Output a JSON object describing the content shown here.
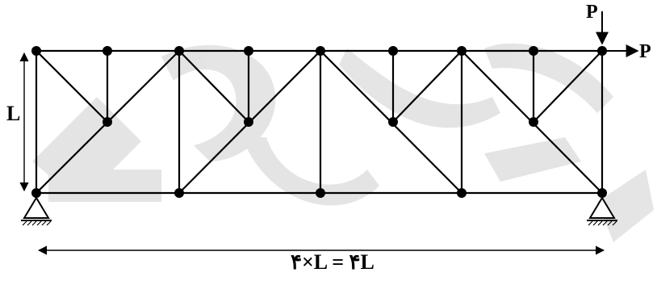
{
  "labels": {
    "load_vertical": "P",
    "load_horizontal": "P",
    "height": "L",
    "span": "۴×L = ۴L"
  },
  "colors": {
    "ink": "#000000",
    "watermark": "#d9d9d9"
  },
  "icons": {
    "support_left": "pin-support-icon",
    "support_right": "pin-support-icon"
  }
}
